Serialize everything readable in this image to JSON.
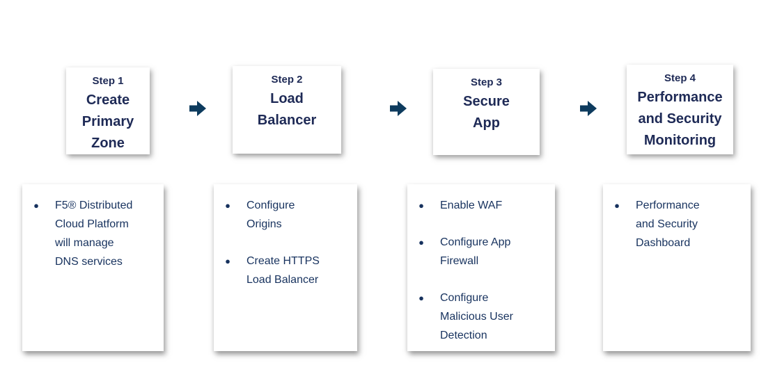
{
  "colors": {
    "background": "#ffffff",
    "card_background": "#ffffff",
    "step_text": "#1e2a56",
    "bullet_text": "#17325e",
    "arrow": "#0d3b5e",
    "shadow": "#a6a6a6"
  },
  "glyphs": {
    "bullet": "●",
    "arrow": "right-block-arrow"
  },
  "steps": [
    {
      "label": "Step 1",
      "title": "Create\nPrimary\nZone",
      "bullets": [
        "F5® Distributed\nCloud Platform\nwill manage\nDNS services"
      ]
    },
    {
      "label": "Step 2",
      "title": "Load\nBalancer",
      "bullets": [
        "Configure\nOrigins",
        "Create HTTPS\nLoad Balancer"
      ]
    },
    {
      "label": "Step 3",
      "title": "Secure\nApp",
      "bullets": [
        "Enable WAF",
        "Configure App\nFirewall",
        "Configure\nMalicious User\nDetection"
      ]
    },
    {
      "label": "Step 4",
      "title": "Performance\nand Security\nMonitoring",
      "bullets": [
        "Performance\nand Security\nDashboard"
      ]
    }
  ]
}
